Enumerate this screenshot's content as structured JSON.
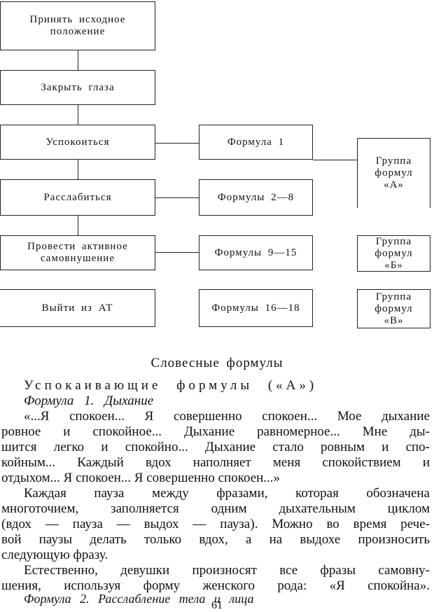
{
  "diagram": {
    "steps": [
      [
        "Принять исходное",
        "положение"
      ],
      [
        "Закрыть глаза"
      ],
      [
        "Успокоиться"
      ],
      [
        "Расслабиться"
      ],
      [
        "Провести активное",
        "самовнушение"
      ],
      [
        "Выйти из АТ"
      ]
    ],
    "formulas": [
      "Формула 1",
      "Формулы 2—8",
      "Формулы 9—15",
      "Формулы 16—18"
    ],
    "groups": [
      [
        "Группа",
        "формул",
        "«А»"
      ],
      [
        "Группа",
        "формул",
        "«Б»"
      ],
      [
        "Группа",
        "формул",
        "«В»"
      ]
    ]
  },
  "section_title": "Словесные формулы",
  "subsection_title": "Успокаивающие формулы («А»)",
  "formula1_heading": "Формула 1. Дыхание",
  "paragraph1": [
    "«...Я спокоен... Я совершенно спокоен... Мое дыхание",
    "ровное и спокойное... Дыхание равномерное... Мне ды-",
    "шится легко и спокойно... Дыхание стало ровным и спо-",
    "койным... Каждый вдох наполняет меня спокойствием и",
    "отдыхом... Я спокоен... Я совершенно спокоен...»"
  ],
  "paragraph2": [
    "Каждая пауза между фразами, которая обозначена",
    "многоточием, заполняется одним дыхательным циклом",
    "(вдох — пауза — выдох — пауза). Можно во время рече-",
    "вой паузы делать только вдох, а на выдохе произносить",
    "следующую фразу."
  ],
  "paragraph3": [
    "Естественно, девушки произносят все фразы самовну-",
    "шения, используя форму женского рода: «Я спокойна».",
    "Формула 2. Расслабление тела и лица"
  ],
  "page_number": "61"
}
